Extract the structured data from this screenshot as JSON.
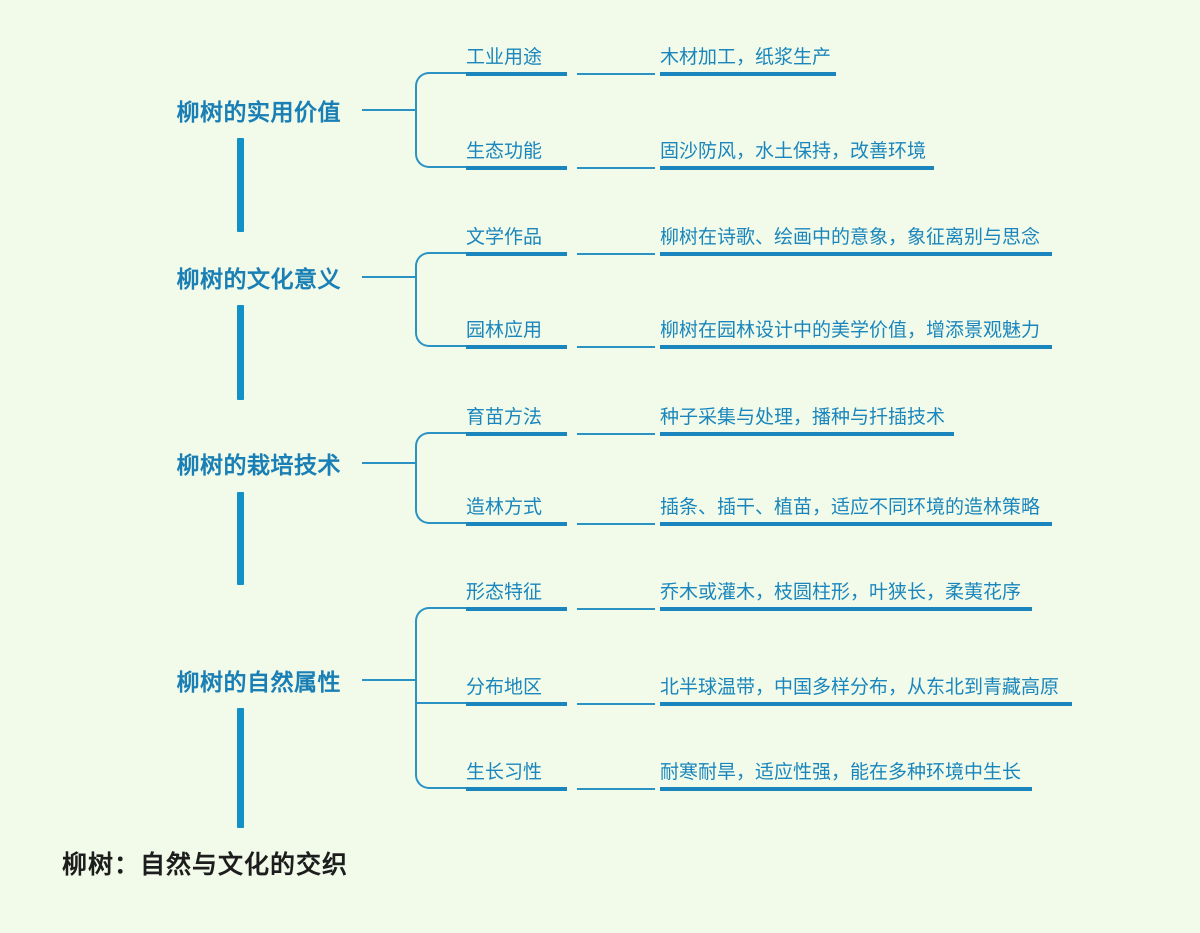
{
  "theme": {
    "background": "#f2fbe9",
    "spine_color": "#1291c6",
    "branch_color": "#1a7fb5",
    "node_color": "#1a86bd",
    "connector_color": "#2a93c4",
    "title_color": "#1d1d1d"
  },
  "title": "柳树：自然与文化的交织",
  "branches": [
    {
      "label": "柳树的实用价值",
      "children": [
        {
          "label": "工业用途",
          "detail": "木材加工，纸浆生产"
        },
        {
          "label": "生态功能",
          "detail": "固沙防风，水土保持，改善环境"
        }
      ]
    },
    {
      "label": "柳树的文化意义",
      "children": [
        {
          "label": "文学作品",
          "detail": "柳树在诗歌、绘画中的意象，象征离别与思念"
        },
        {
          "label": "园林应用",
          "detail": "柳树在园林设计中的美学价值，增添景观魅力"
        }
      ]
    },
    {
      "label": "柳树的栽培技术",
      "children": [
        {
          "label": "育苗方法",
          "detail": "种子采集与处理，播种与扦插技术"
        },
        {
          "label": "造林方式",
          "detail": "插条、插干、植苗，适应不同环境的造林策略"
        }
      ]
    },
    {
      "label": "柳树的自然属性",
      "children": [
        {
          "label": "形态特征",
          "detail": "乔木或灌木，枝圆柱形，叶狭长，柔荑花序"
        },
        {
          "label": "分布地区",
          "detail": "北半球温带，中国多样分布，从东北到青藏高原"
        },
        {
          "label": "生长习性",
          "detail": "耐寒耐旱，适应性强，能在多种环境中生长"
        }
      ]
    }
  ],
  "chart_data": {
    "type": "table",
    "title": "柳树：自然与文化的交织",
    "categories": [
      "柳树的实用价值",
      "柳树的文化意义",
      "柳树的栽培技术",
      "柳树的自然属性"
    ],
    "values": [
      2,
      2,
      2,
      3
    ]
  }
}
